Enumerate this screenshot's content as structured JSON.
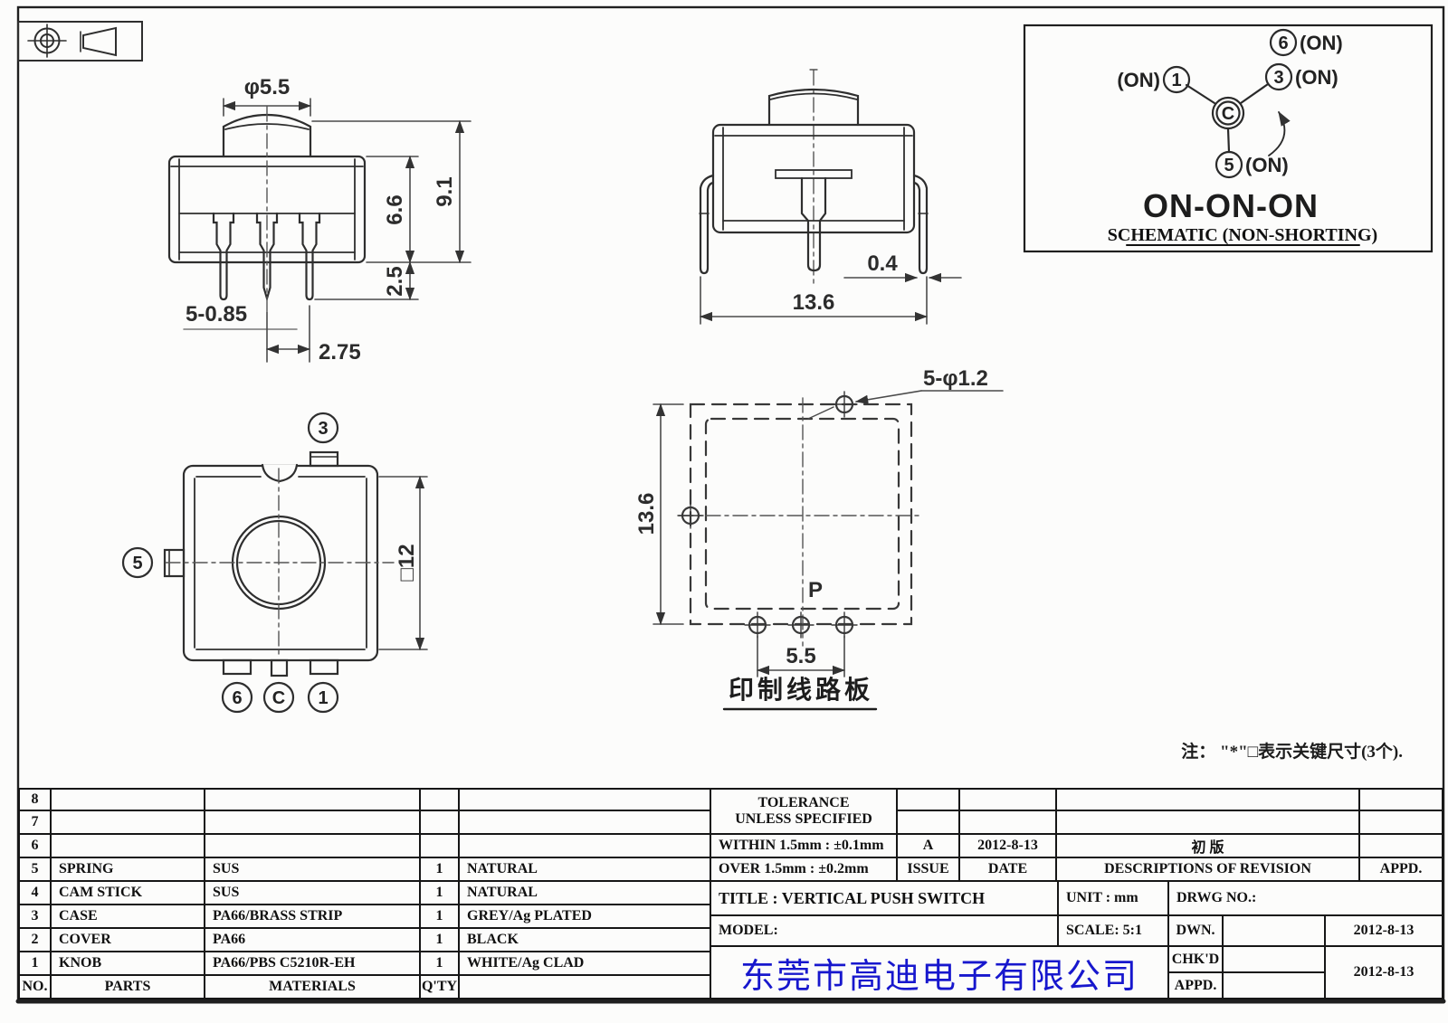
{
  "sheet": {
    "note": "注： \"*\"□表示关键尺寸(3个)."
  },
  "front_view": {
    "dim_button_dia": "φ5.5",
    "dim_body_height": "6.6",
    "dim_total_height": "9.1",
    "dim_lead_length": "2.5",
    "dim_lead_width": "5-0.85",
    "dim_lead_pitch": "2.75"
  },
  "side_view": {
    "dim_leg_width": "0.4",
    "dim_span": "13.6"
  },
  "bottom_view": {
    "dim_body": "□12",
    "terminal_top": "3",
    "terminal_left": "5",
    "terminal_bottom_1": "6",
    "terminal_bottom_2": "C",
    "terminal_bottom_3": "1"
  },
  "pcb_view": {
    "dim_height": "13.6",
    "dim_pitch": "5.5",
    "dim_holes": "5-φ1.2",
    "point_label": "P",
    "caption": "印制线路板"
  },
  "schematic": {
    "pin_1": "1",
    "pin_3": "3",
    "pin_5": "5",
    "pin_6": "6",
    "pin_common": "C",
    "on_1": "(ON)",
    "on_3": "(ON)",
    "on_5": "(ON)",
    "on_6": "(ON)",
    "function": "ON-ON-ON",
    "caption": "SCHEMATIC (NON-SHORTING)"
  },
  "parts_table": {
    "header": {
      "no": "NO.",
      "parts": "PARTS",
      "materials": "MATERIALS",
      "qty": "Q'TY",
      "finish": ""
    },
    "rows": [
      {
        "no": "8",
        "parts": "",
        "materials": "",
        "qty": "",
        "finish": ""
      },
      {
        "no": "7",
        "parts": "",
        "materials": "",
        "qty": "",
        "finish": ""
      },
      {
        "no": "6",
        "parts": "",
        "materials": "",
        "qty": "",
        "finish": ""
      },
      {
        "no": "5",
        "parts": "SPRING",
        "materials": "SUS",
        "qty": "1",
        "finish": "NATURAL"
      },
      {
        "no": "4",
        "parts": "CAM STICK",
        "materials": "SUS",
        "qty": "1",
        "finish": "NATURAL"
      },
      {
        "no": "3",
        "parts": "CASE",
        "materials": "PA66/BRASS STRIP",
        "qty": "1",
        "finish": "GREY/Ag PLATED"
      },
      {
        "no": "2",
        "parts": "COVER",
        "materials": "PA66",
        "qty": "1",
        "finish": "BLACK"
      },
      {
        "no": "1",
        "parts": "KNOB",
        "materials": "PA66/PBS C5210R-EH",
        "qty": "1",
        "finish": "WHITE/Ag CLAD"
      }
    ]
  },
  "title_block": {
    "tolerance_line1": "TOLERANCE",
    "tolerance_line2": "UNLESS  SPECIFIED",
    "within": "WITHIN 1.5mm : ±0.1mm",
    "over": "OVER 1.5mm : ±0.2mm",
    "issue_value": "A",
    "issue_label": "ISSUE",
    "date_value": "2012-8-13",
    "date_label": "DATE",
    "revision_value": "初  版",
    "revision_label": "DESCRIPTIONS OF REVISION",
    "title": "TITLE :  VERTICAL PUSH SWITCH",
    "unit": "UNIT :  mm",
    "drwg_no": "DRWG NO.:",
    "model": "MODEL:",
    "scale": "SCALE:  5:1",
    "dwn_label": "DWN.",
    "dwn_date": "2012-8-13",
    "chkd_label": "CHK'D",
    "chkd_date": "2012-8-13",
    "appd_label": "APPD.",
    "appd_header": "APPD.",
    "company": "东莞市高迪电子有限公司",
    "company_color": "#1717cd"
  }
}
